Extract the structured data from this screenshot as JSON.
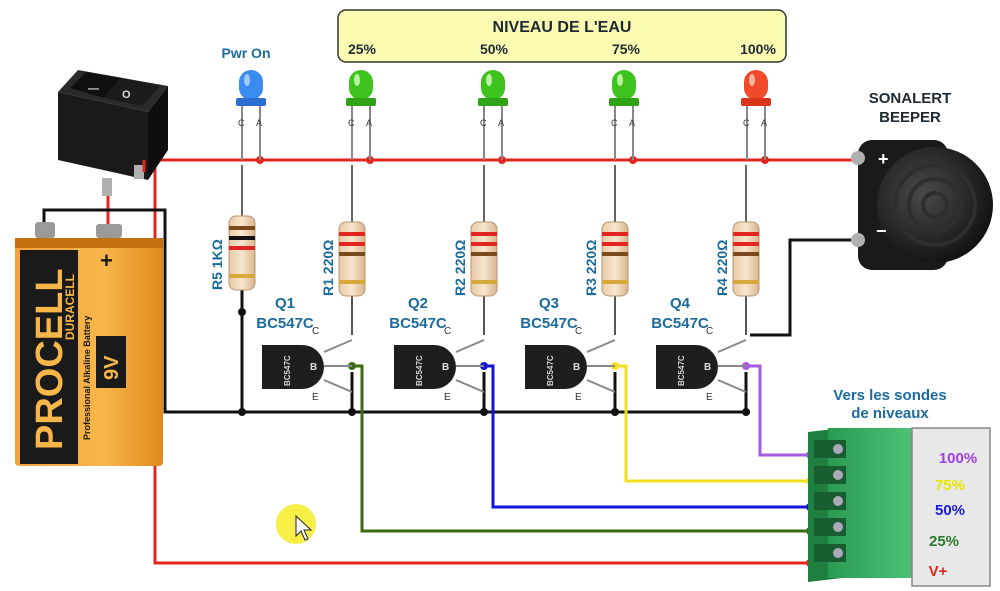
{
  "title_box": {
    "title": "NIVEAU DE L'EAU",
    "levels": [
      "25%",
      "50%",
      "75%",
      "100%"
    ]
  },
  "power_led": {
    "label": "Pwr On"
  },
  "led_pins": {
    "cathode": "C",
    "anode": "A"
  },
  "resistors": {
    "r5": "R5 1KΩ",
    "r1": "R1 220Ω",
    "r2": "R2 220Ω",
    "r3": "R3 220Ω",
    "r4": "R4 220Ω"
  },
  "transistors": [
    {
      "name": "Q1",
      "model": "BC547C"
    },
    {
      "name": "Q2",
      "model": "BC547C"
    },
    {
      "name": "Q3",
      "model": "BC547C"
    },
    {
      "name": "Q4",
      "model": "BC547C"
    }
  ],
  "transistor_pins": {
    "collector": "C",
    "base": "B",
    "emitter": "E",
    "body_text": "BC547C"
  },
  "beeper": {
    "title_line1": "SONALERT",
    "title_line2": "BEEPER",
    "plus": "+",
    "minus": "−"
  },
  "battery": {
    "brand": "PROCELL",
    "sub_brand": "DURACELL",
    "description": "Professional Alkaline Battery",
    "voltage": "9V",
    "plus": "+"
  },
  "switch": {
    "on_mark": "—",
    "off_mark": "O"
  },
  "sensors": {
    "title_line1": "Vers les sondes",
    "title_line2": "de niveaux",
    "labels": [
      "100%",
      "75%",
      "50%",
      "25%",
      "V+"
    ]
  },
  "colors": {
    "red_wire": "#e0261f",
    "black_wire": "#111111",
    "green_wire": "#3d6b11",
    "blue_wire": "#1414d8",
    "yellow_wire": "#f2e020",
    "purple_wire": "#a55de0",
    "terminal_green": "#2ea55a",
    "label_100": "#a040e0",
    "label_75": "#e6e600",
    "label_50": "#1a1ad8",
    "label_25": "#2b7a2b",
    "label_v": "#e0261f"
  }
}
